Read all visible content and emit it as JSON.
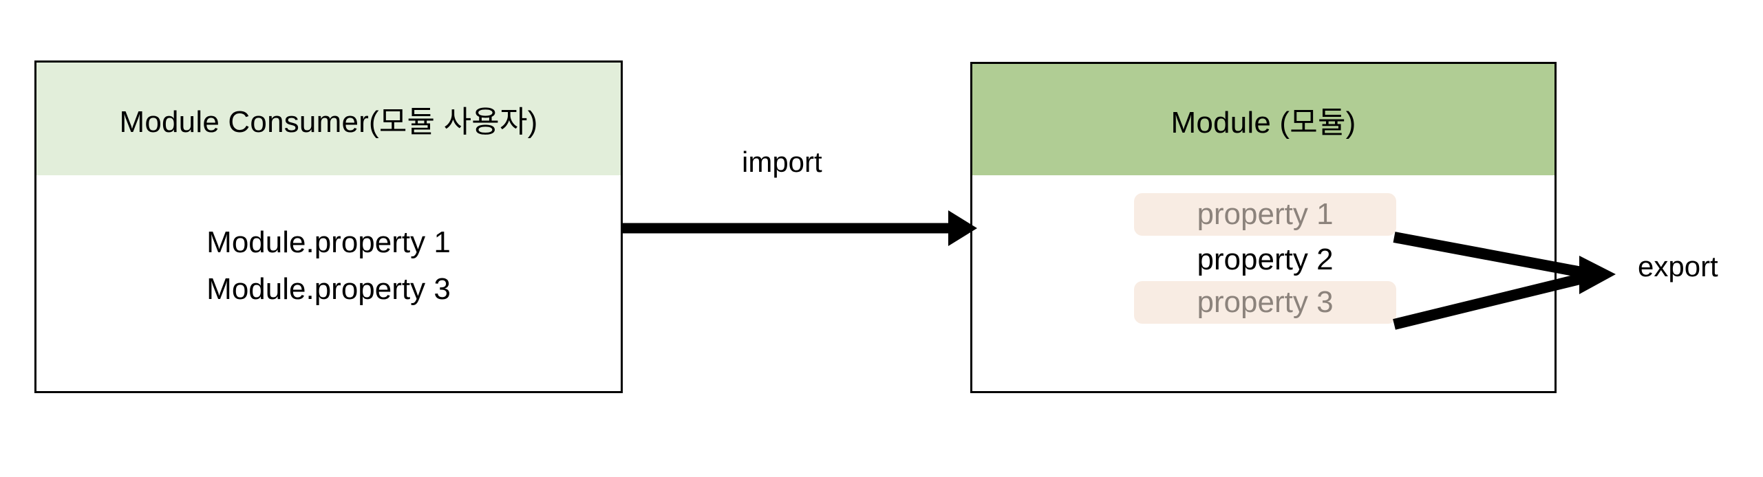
{
  "diagram": {
    "title_hidden": "",
    "nodes": [
      {
        "id": "module-consumer",
        "header": "Module Consumer(모듈 사용자)",
        "header_color": "#e2eeda",
        "body_lines": [
          "Module.property 1",
          "Module.property 3"
        ]
      },
      {
        "id": "module",
        "header": "Module (모듈)",
        "header_color": "#b0cd94",
        "properties": [
          {
            "label": "property 1",
            "exported": true
          },
          {
            "label": "property 2",
            "exported": false
          },
          {
            "label": "property 3",
            "exported": true
          }
        ]
      }
    ],
    "edges": [
      {
        "id": "import-edge",
        "label": "import",
        "from": "module-consumer",
        "to": "module"
      },
      {
        "id": "export-edge",
        "label": "export",
        "from": "module",
        "to": "outside"
      }
    ],
    "colors": {
      "stroke": "#000000",
      "consumer_header": "#e2eeda",
      "module_header": "#b0cd94",
      "exported_pill": "#f8ece3",
      "exported_text": "#8c837c",
      "plain_text": "#000000",
      "background": "#ffffff"
    }
  }
}
